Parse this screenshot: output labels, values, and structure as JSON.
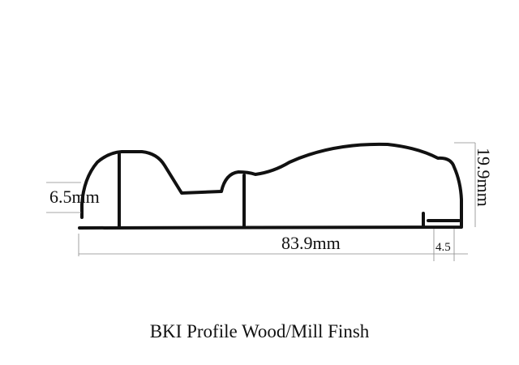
{
  "caption": "BKI Profile Wood/Mill Finsh",
  "dimensions": {
    "height_left": "6.5mm",
    "width_total": "83.9mm",
    "lip_width": "4.5",
    "height_total": "19.9mm"
  }
}
